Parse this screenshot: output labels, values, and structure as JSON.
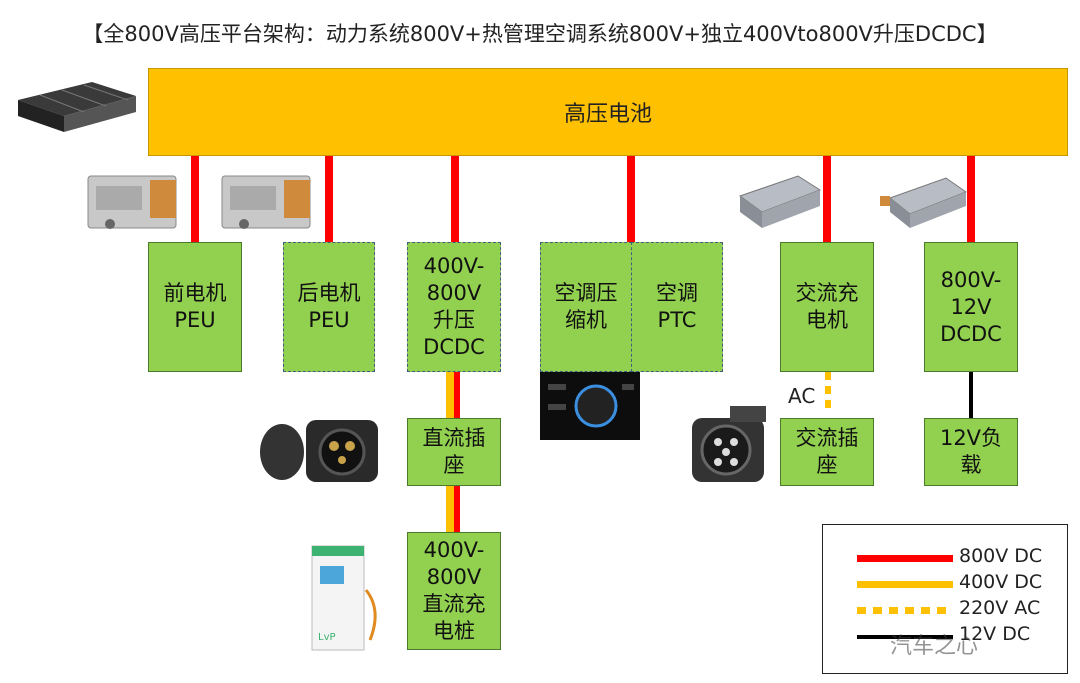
{
  "title": "【全800V高压平台架构：动力系统800V+热管理空调系统800V+独立400Vto800V升压DCDC】",
  "battery": {
    "label": "高压电池"
  },
  "components": {
    "front_motor": "前电机\nPEU",
    "rear_motor": "后电机\nPEU",
    "boost_dcdc": "400V-\n800V\n升压\nDCDC",
    "ac_compressor": "空调压\n缩机",
    "ac_ptc": "空调\nPTC",
    "ac_charger": "交流充\n电机",
    "dcdc_12v": "800V-\n12V\nDCDC",
    "dc_socket": "直流插\n座",
    "ac_socket": "交流插\n座",
    "load_12v": "12V负\n载",
    "dc_charging_pile": "400V-\n800V\n直流充\n电桩"
  },
  "ac_label": "AC",
  "legend": {
    "items": [
      {
        "label": "800V DC",
        "color": "#ff0000",
        "style": "solid"
      },
      {
        "label": "400V DC",
        "color": "#ffc000",
        "style": "solid"
      },
      {
        "label": "220V AC",
        "color": "#ffc000",
        "style": "dotted"
      },
      {
        "label": "12V DC",
        "color": "#000000",
        "style": "solid"
      }
    ]
  },
  "watermark": "汽车之心",
  "colors": {
    "battery": "#ffc000",
    "component": "#92d050",
    "line_800v": "#ff0000",
    "line_400v": "#ffc000",
    "line_12v": "#000000"
  }
}
